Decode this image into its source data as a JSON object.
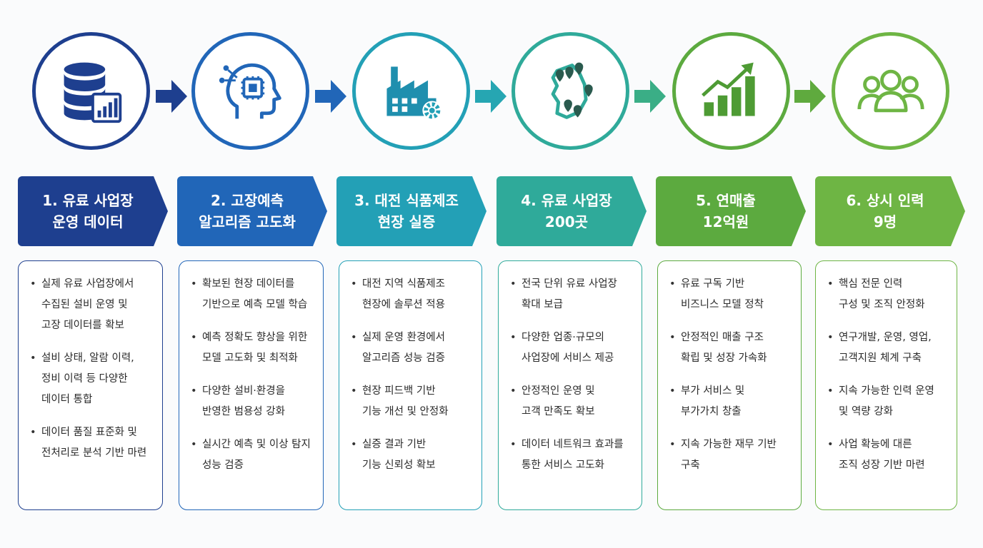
{
  "colors": [
    "#1e3f8f",
    "#2166b8",
    "#23a0b6",
    "#2faa9a",
    "#5caa3f",
    "#6eb544"
  ],
  "steps": [
    {
      "icon": "database-chart-icon",
      "title": [
        "1. 유료 사업장",
        "운영 데이터"
      ],
      "bullets": [
        [
          "실제 유료 사업장에서",
          "수집된 설비 운영 및",
          "고장 데이터를 확보"
        ],
        [
          "설비 상태, 알람 이력,",
          "정비 이력 등 다양한",
          "데이터 통합"
        ],
        [
          "데이터 품질 표준화 및",
          "전처리로 분석 기반 마련"
        ]
      ]
    },
    {
      "icon": "ai-brain-chip-icon",
      "title": [
        "2. 고장예측",
        "알고리즘 고도화"
      ],
      "bullets": [
        [
          "확보된 현장 데이터를",
          "기반으로 예측 모델 학습"
        ],
        [
          "예측 정확도 향상을 위한",
          "모델 고도화 및 최적화"
        ],
        [
          "다양한 설비·환경을",
          "반영한 범용성 강화"
        ],
        [
          "실시간 예측 및 이상 탐지",
          "성능 검증"
        ]
      ]
    },
    {
      "icon": "factory-gear-icon",
      "title": [
        "3. 대전 식품제조",
        "현장 실증"
      ],
      "bullets": [
        [
          "대전 지역 식품제조",
          "현장에 솔루션 적용"
        ],
        [
          "실제 운영 환경에서",
          "알고리즘 성능 검증"
        ],
        [
          "현장 피드백 기반",
          "기능 개선 및 안정화"
        ],
        [
          "실증 결과 기반",
          "기능 신뢰성 확보"
        ]
      ]
    },
    {
      "icon": "korea-map-pins-icon",
      "title": [
        "4. 유료 사업장",
        "200곳"
      ],
      "bullets": [
        [
          "전국 단위 유료 사업장",
          "확대 보급"
        ],
        [
          "다양한 업종·규모의",
          "사업장에 서비스 제공"
        ],
        [
          "안정적인 운영 및",
          "고객 만족도 확보"
        ],
        [
          "데이터 네트워크 효과를",
          "통한 서비스 고도화"
        ]
      ]
    },
    {
      "icon": "growth-chart-icon",
      "title": [
        "5. 연매출",
        "12억원"
      ],
      "bullets": [
        [
          "유료 구독 기반",
          "비즈니스 모델 정착"
        ],
        [
          "안정적인 매출 구조",
          "확립 및 성장 가속화"
        ],
        [
          "부가 서비스 및",
          "부가가치 창출"
        ],
        [
          "지속 가능한 재무 기반",
          "구축"
        ]
      ]
    },
    {
      "icon": "team-people-icon",
      "title": [
        "6. 상시 인력",
        "9명"
      ],
      "bullets": [
        [
          "핵심 전문 인력",
          "구성 및 조직 안정화"
        ],
        [
          "연구개발, 운영, 영업,",
          "고객지원 체계 구축"
        ],
        [
          "지속 가능한 인력 운영",
          "및 역량 강화"
        ],
        [
          "사업 확능에 대른",
          "조직 성장 기반 마련"
        ]
      ]
    }
  ]
}
